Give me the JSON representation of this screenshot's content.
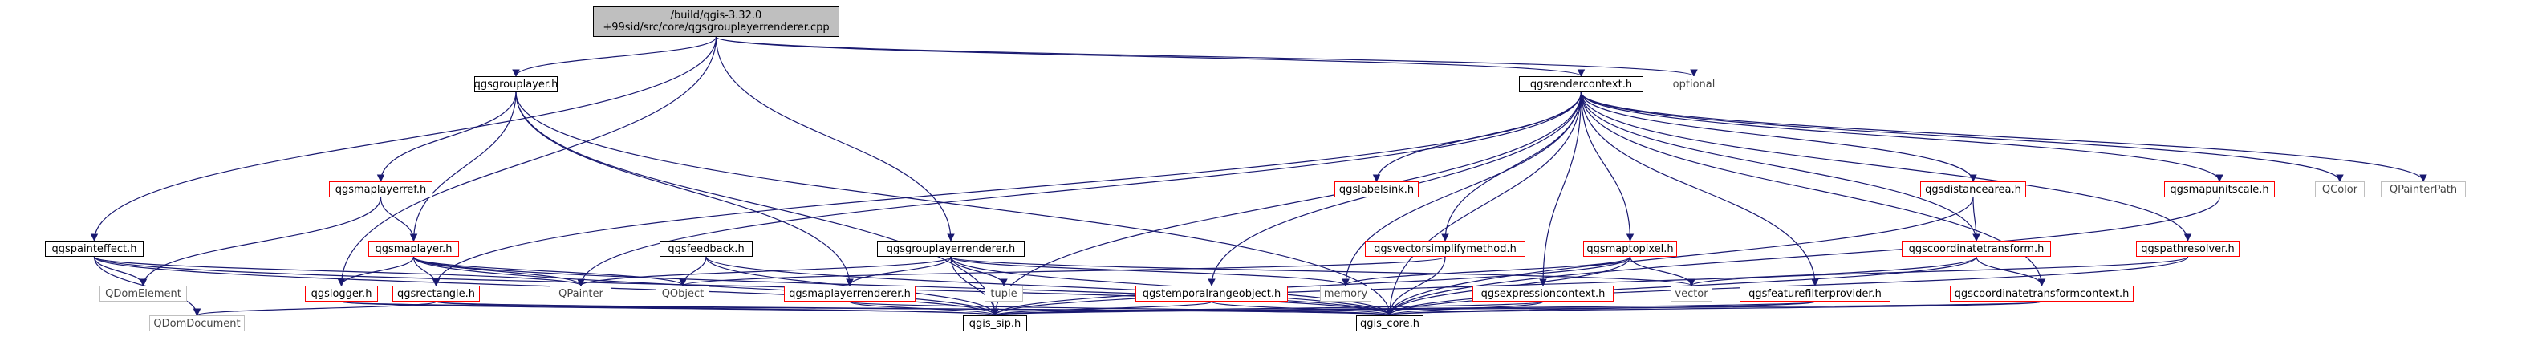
{
  "root": {
    "line1": "/build/qgis-3.32.0",
    "line2": "+99sid/src/core/qgsgrouplayerrenderer.cpp"
  },
  "nodes": {
    "qgsgrouplayer_h": "qgsgrouplayer.h",
    "qgsrendercontext_h": "qgsrendercontext.h",
    "optional": "optional",
    "qgsmaplayerref_h": "qgsmaplayerref.h",
    "qgsmaplayer_h": "qgsmaplayer.h",
    "qgspainteffect_h": "qgspainteffect.h",
    "qgsfeedback_h": "qgsfeedback.h",
    "qgsgrouplayerrenderer_h": "qgsgrouplayerrenderer.h",
    "qgslabelsink_h": "qgslabelsink.h",
    "qgsvectorsimplifymethod_h": "qgsvectorsimplifymethod.h",
    "qgsmaptopixel_h": "qgsmaptopixel.h",
    "qgsdistancearea_h": "qgsdistancearea.h",
    "qgsmapunitscale_h": "qgsmapunitscale.h",
    "QColor": "QColor",
    "QPainterPath": "QPainterPath",
    "qgscoordinatetransform_h": "qgscoordinatetransform.h",
    "qgspathresolver_h": "qgspathresolver.h",
    "QDomElement": "QDomElement",
    "qgslogger_h": "qgslogger.h",
    "qgsrectangle_h": "qgsrectangle.h",
    "QPainter": "QPainter",
    "QObject": "QObject",
    "tuple": "tuple",
    "qgsmaplayerrenderer_h": "qgsmaplayerrenderer.h",
    "qgstemporalrangeobject_h": "qgstemporalrangeobject.h",
    "memory": "memory",
    "qgsexpressioncontext_h": "qgsexpressioncontext.h",
    "vector": "vector",
    "qgsfeaturefilterprovider_h": "qgsfeaturefilterprovider.h",
    "qgscoordinatetransformcontext_h": "qgscoordinatetransformcontext.h",
    "QDomDocument": "QDomDocument",
    "qgis_sip_h": "qgis_sip.h",
    "qgis_core_h": "qgis_core.h"
  },
  "colors": {
    "edge": "#191970",
    "edge_arrow": "#191970",
    "red_border": "#ff0000",
    "gray_border": "#bfbfbf",
    "root_fill": "#bfbfbf"
  }
}
